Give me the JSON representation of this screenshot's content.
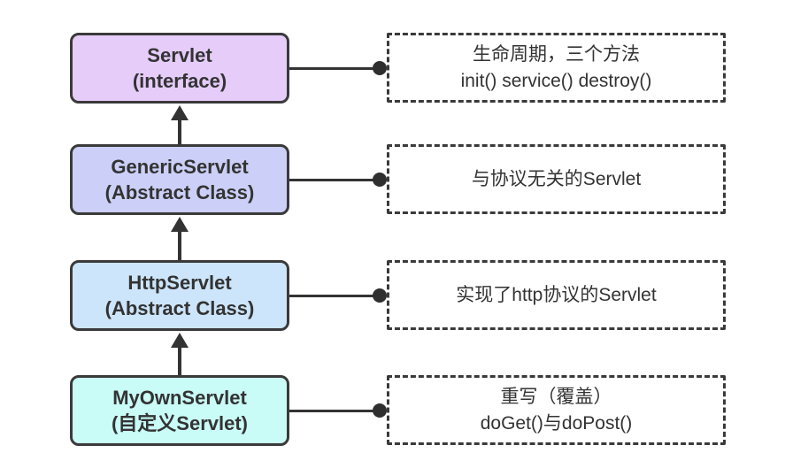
{
  "diagram": {
    "background": "#ffffff",
    "border_color": "#3a3a3a",
    "text_color": "#333333",
    "connector_color": "#333333",
    "nodes": [
      {
        "title": "Servlet",
        "subtitle": "(interface)",
        "fill": "#e5ccf9",
        "note_lines": [
          "生命周期，三个方法",
          "init() service() destroy()"
        ]
      },
      {
        "title": "GenericServlet",
        "subtitle": "(Abstract Class)",
        "fill": "#ccd0f8",
        "note_lines": [
          "与协议无关的Servlet"
        ]
      },
      {
        "title": "HttpServlet",
        "subtitle": "(Abstract Class)",
        "fill": "#cce5fa",
        "note_lines": [
          "实现了http协议的Servlet"
        ]
      },
      {
        "title": "MyOwnServlet",
        "subtitle": "(自定义Servlet)",
        "fill": "#c9fbf7",
        "note_lines": [
          "重写（覆盖）",
          "doGet()与doPost()"
        ]
      }
    ]
  }
}
